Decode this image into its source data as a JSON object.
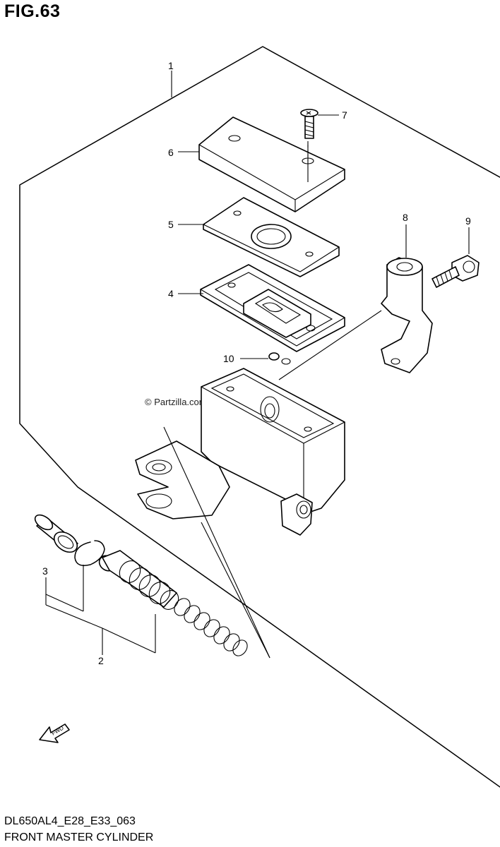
{
  "figure": {
    "title": "FIG.63",
    "footer_code": "DL650AL4_E28_E33_063",
    "footer_name": "FRONT MASTER CYLINDER",
    "watermark": "© Partzilla.com",
    "fwd_label": "FWD"
  },
  "callouts": [
    "1",
    "2",
    "3",
    "4",
    "5",
    "6",
    "7",
    "8",
    "9",
    "10"
  ]
}
